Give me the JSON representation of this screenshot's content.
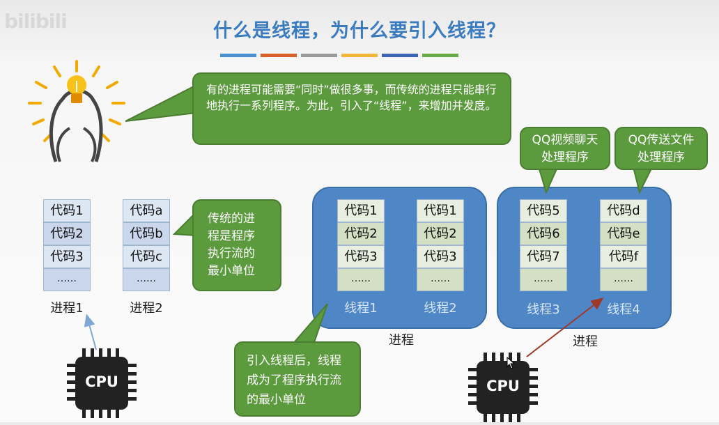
{
  "header": {
    "title": "什么是线程，为什么要引入线程？",
    "stripe_colors": [
      "#4a8fd0",
      "#d9622b",
      "#9a9a9a",
      "#f0b83a",
      "#3c65b3",
      "#6aaa48"
    ]
  },
  "watermark": {
    "text": "bilibili"
  },
  "intro_bubble": {
    "text": "有的进程可能需要“同时”做很多事，而传统的进程只能串行地执行一系列程序。为此，引入了“线程”，来增加并发度。"
  },
  "process1": {
    "cells": [
      "代码1",
      "代码2",
      "代码3",
      "……"
    ],
    "label": "进程1"
  },
  "process2": {
    "cells": [
      "代码a",
      "代码b",
      "代码c",
      "……"
    ],
    "label": "进程2"
  },
  "traditional_bubble": {
    "text": "传统的进程是程序执行流的最小单位"
  },
  "thread_process_left": {
    "threads": [
      {
        "cells": [
          "代码1",
          "代码2",
          "代码3",
          "……"
        ],
        "label": "线程1"
      },
      {
        "cells": [
          "代码1",
          "代码2",
          "代码3",
          "……"
        ],
        "label": "线程2"
      }
    ],
    "label": "进程"
  },
  "thread_process_right": {
    "threads": [
      {
        "cells": [
          "代码5",
          "代码6",
          "代码7",
          "……"
        ],
        "label": "线程3"
      },
      {
        "cells": [
          "代码d",
          "代码e",
          "代码f",
          "……"
        ],
        "label": "线程4"
      }
    ],
    "label": "进程"
  },
  "qq_video_bubble": {
    "text": "QQ视频聊天处理程序"
  },
  "qq_file_bubble": {
    "text": "QQ传送文件处理程序"
  },
  "after_bubble": {
    "text": "引入线程后，线程成为了程序执行流的最小单位"
  },
  "cpu_left": {
    "label": "CPU"
  },
  "cpu_right": {
    "label": "CPU"
  },
  "colors": {
    "title": "#3b7bbf",
    "bubble": "#5c9a3e",
    "process": "#4f86c6",
    "arrow_left": "#7fa7d6",
    "arrow_right": "#a0382a"
  }
}
